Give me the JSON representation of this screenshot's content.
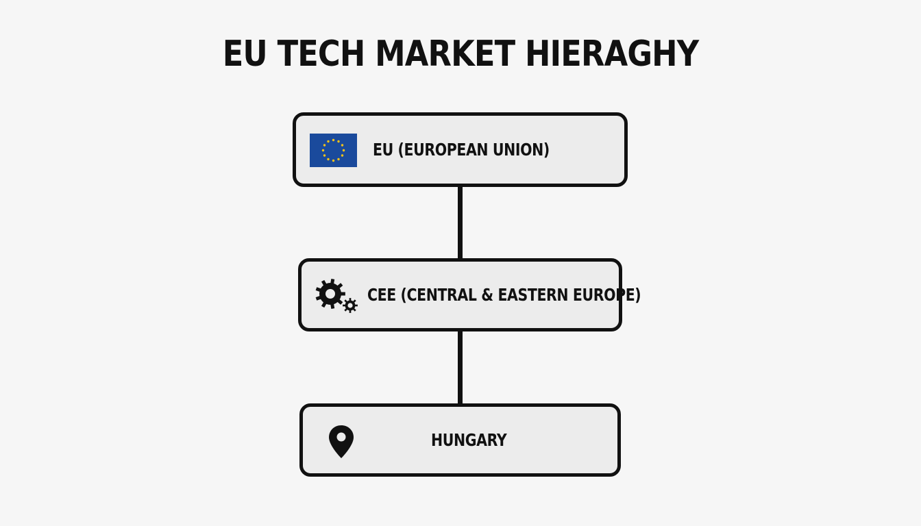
{
  "title": "EU TECH MARKET HIERAGHY",
  "colors": {
    "background": "#f6f6f6",
    "node_fill": "#ececec",
    "outline": "#111111",
    "eu_blue": "#1a4a9c",
    "eu_star": "#f2c21b"
  },
  "nodes": [
    {
      "label": "EU (EUROPEAN UNION)",
      "icon": "eu-flag-icon"
    },
    {
      "label": "CEE (CENTRAL & EASTERN EUROPE)",
      "icon": "gears-icon"
    },
    {
      "label": "HUNGARY",
      "icon": "map-pin-icon"
    }
  ]
}
